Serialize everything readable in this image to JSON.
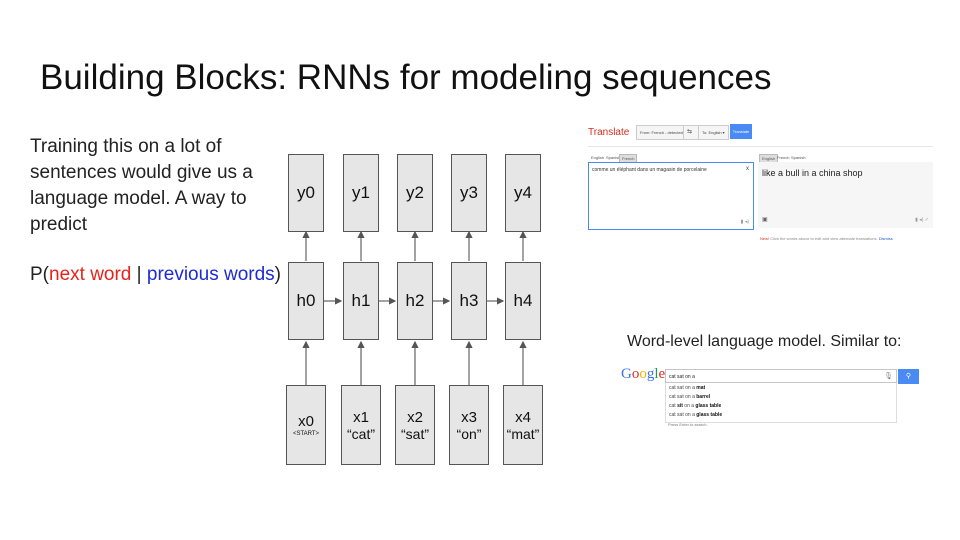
{
  "title": "Building Blocks: RNNs for modeling sequences",
  "text_lines": [
    "Training this on a lot of",
    "sentences would give us a",
    "language model. A way to",
    "predict"
  ],
  "formula": {
    "prefix": "P(",
    "part1": "next word",
    "sep": " | ",
    "part2": "previous words",
    "suffix": ")",
    "color1": "#e8221a",
    "color2": "#1d2bd6"
  },
  "rnn": {
    "y": [
      "y0",
      "y1",
      "y2",
      "y3",
      "y4"
    ],
    "h": [
      "h0",
      "h1",
      "h2",
      "h3",
      "h4"
    ],
    "x": [
      {
        "label": "x0",
        "word": "<START>"
      },
      {
        "label": "x1",
        "word": "“cat”"
      },
      {
        "label": "x2",
        "word": "“sat”"
      },
      {
        "label": "x3",
        "word": "“on”"
      },
      {
        "label": "x4",
        "word": "“mat”"
      }
    ]
  },
  "translate": {
    "logo": "Translate",
    "from": "From: French - detected ▾",
    "swap_icon": "swap-icon",
    "to": "To: English ▾",
    "button": "Translate",
    "src_tabs": [
      "English",
      "Spanish",
      "French"
    ],
    "dst_tabs": [
      "English",
      "French",
      "Spanish"
    ],
    "source_text": "comme un éléphant dans un magasin de porcelaine",
    "clear": "x",
    "output_text": "like a bull in a china shop",
    "note_new": "New!",
    "note_text": " Click the words above to edit and view alternate translations. ",
    "note_dismiss": "Dismiss"
  },
  "word_level": "Word-level language model. Similar to:",
  "google": {
    "logo": "Google",
    "query": "cat sat on a",
    "suggestions": [
      {
        "base": "cat sat on a ",
        "bold": "mat"
      },
      {
        "base": "cat sat on a ",
        "bold": "barrel"
      },
      {
        "base": "cat ",
        "bold": "sit",
        "base2": " on a ",
        "bold2": "glass table"
      },
      {
        "base": "cat sat on a ",
        "bold": "glass table"
      }
    ],
    "press_enter": "Press Enter to search."
  }
}
